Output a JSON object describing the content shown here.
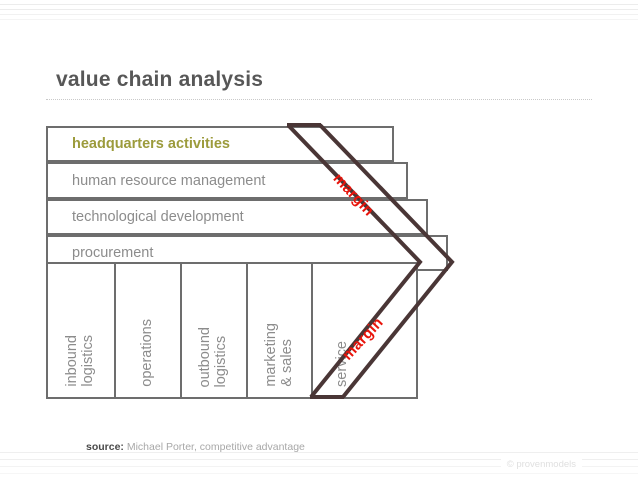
{
  "slide": {
    "title": "value chain analysis"
  },
  "diagram": {
    "name": "porter-value-chain",
    "support_activities": [
      {
        "label": "headquarters activities",
        "accent": true
      },
      {
        "label": "human resource management",
        "accent": false
      },
      {
        "label": "technological development",
        "accent": false
      },
      {
        "label": "procurement",
        "accent": false
      }
    ],
    "primary_activities": [
      {
        "line1": "inbound",
        "line2": "logistics"
      },
      {
        "line1": "operations",
        "line2": ""
      },
      {
        "line1": "outbound",
        "line2": "logistics"
      },
      {
        "line1": "marketing",
        "line2": "& sales"
      },
      {
        "line1": "service",
        "line2": ""
      }
    ],
    "margin_labels": [
      {
        "text": "margin",
        "position": "upper-diagonal"
      },
      {
        "text": "margin",
        "position": "lower-diagonal"
      }
    ]
  },
  "source": {
    "key": "source:",
    "value": " Michael Porter, competitive advantage"
  },
  "footer": {
    "copyright": "© provenmodels"
  },
  "colors": {
    "accent_olive": "#9c9b3c",
    "margin_red": "#e8140b",
    "box_border_gray": "#6d6d6d",
    "arrow_brown": "#4a3636",
    "text_gray": "#8c8c8c",
    "title_gray": "#575757"
  }
}
